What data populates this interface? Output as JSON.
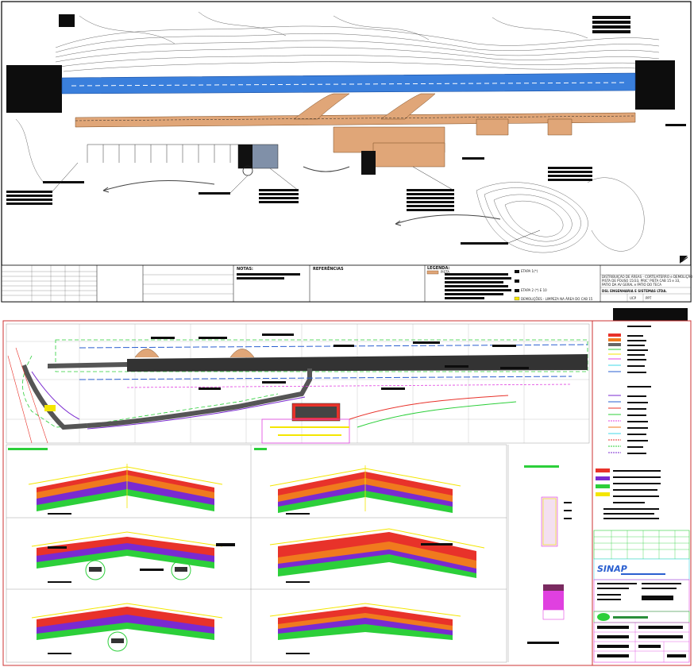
{
  "top_sheet": {
    "notes_heading": "NOTAS:",
    "references_heading": "REFERÊNCIAS",
    "legend_heading": "LEGENDA:",
    "legend_items": [
      "PISTA",
      "ETAPA 1(*)",
      "ETAPA 2 (*) E 10",
      "DEMOLIÇÕES - LIMPEZA NA ÁREA DO CAB 15"
    ],
    "title_lines": [
      "PISTA DE POUSO 15/33, PRIC' PISTA CAB 15 e 33,",
      "PATIO DA AV GERAL e PATIO DO TECA"
    ],
    "subtitle": "DISTRIBUIÇÃO DE ÁREAS - CORTE/ATERRO e DEMOLIÇÃO",
    "company": "DSL ENGENHARIA E SISTEMAS LTDA.",
    "sheet_codes": [
      "UCP",
      "PPT"
    ],
    "colors": {
      "runway": "#3a7fdc",
      "pavement": "#e0a678",
      "dark": "#111111"
    }
  },
  "bottom_sheet": {
    "logo_text": "SINAP",
    "colors": {
      "frame": "#cc3333",
      "asphalt": "#333333",
      "red_layer": "#e8322a",
      "orange_layer": "#f07a1e",
      "purple_layer": "#7a2ad0",
      "green_layer": "#2ccf3a",
      "yellow": "#f4e600",
      "magenta": "#e040e0",
      "cyan": "#40d8e8"
    }
  }
}
